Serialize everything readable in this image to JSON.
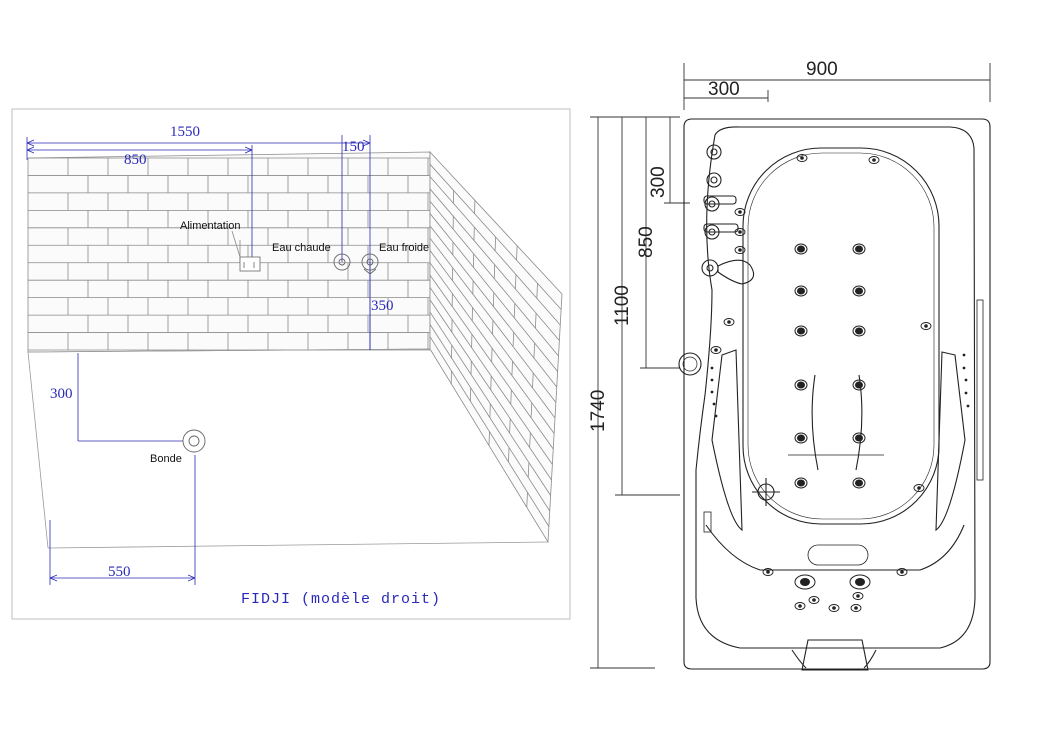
{
  "left_diagram": {
    "title": "FIDJI (modèle droit)",
    "dimensions": {
      "total_width": "1550",
      "feed_offset": "850",
      "cold_offset": "150",
      "pipe_height": "350",
      "drain_depth": "300",
      "drain_offset": "550"
    },
    "labels": {
      "feed": "Alimentation",
      "hot_water": "Eau chaude",
      "cold_water": "Eau froide",
      "drain": "Bonde"
    },
    "colors": {
      "dimension": "#2a2ab8",
      "lines": "#666666"
    }
  },
  "plan_view": {
    "dimensions": {
      "width": "900",
      "offset": "300",
      "length": "1740",
      "depth_1100": "1100",
      "depth_850": "850",
      "depth_300": "300"
    },
    "colors": {
      "lines": "#222222"
    }
  }
}
